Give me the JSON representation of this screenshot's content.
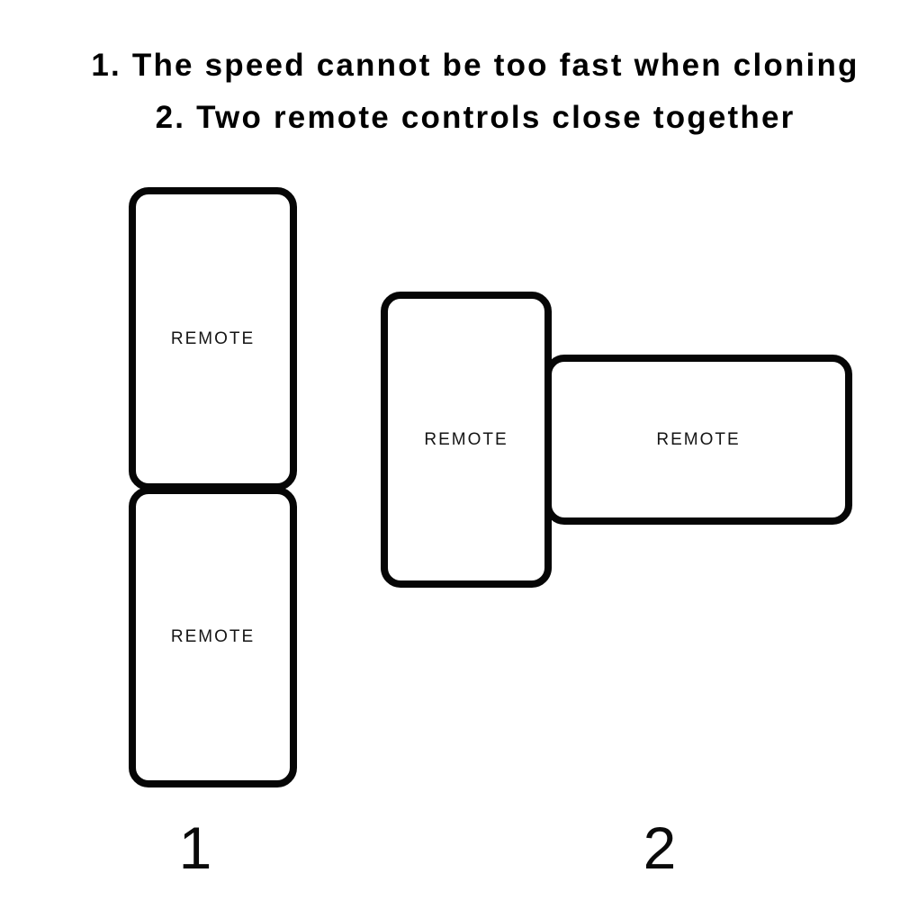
{
  "colors": {
    "background": "#ffffff",
    "outline": "#060606",
    "text": "#000000"
  },
  "instructions": {
    "line1": "1. The speed cannot be too fast when cloning",
    "line2": "2. Two remote controls close together"
  },
  "figures": {
    "figure1": {
      "label": "1",
      "remotes": [
        {
          "text": "REMOTE"
        },
        {
          "text": "REMOTE"
        }
      ]
    },
    "figure2": {
      "label": "2",
      "remotes": [
        {
          "text": "REMOTE"
        },
        {
          "text": "REMOTE"
        }
      ]
    }
  }
}
